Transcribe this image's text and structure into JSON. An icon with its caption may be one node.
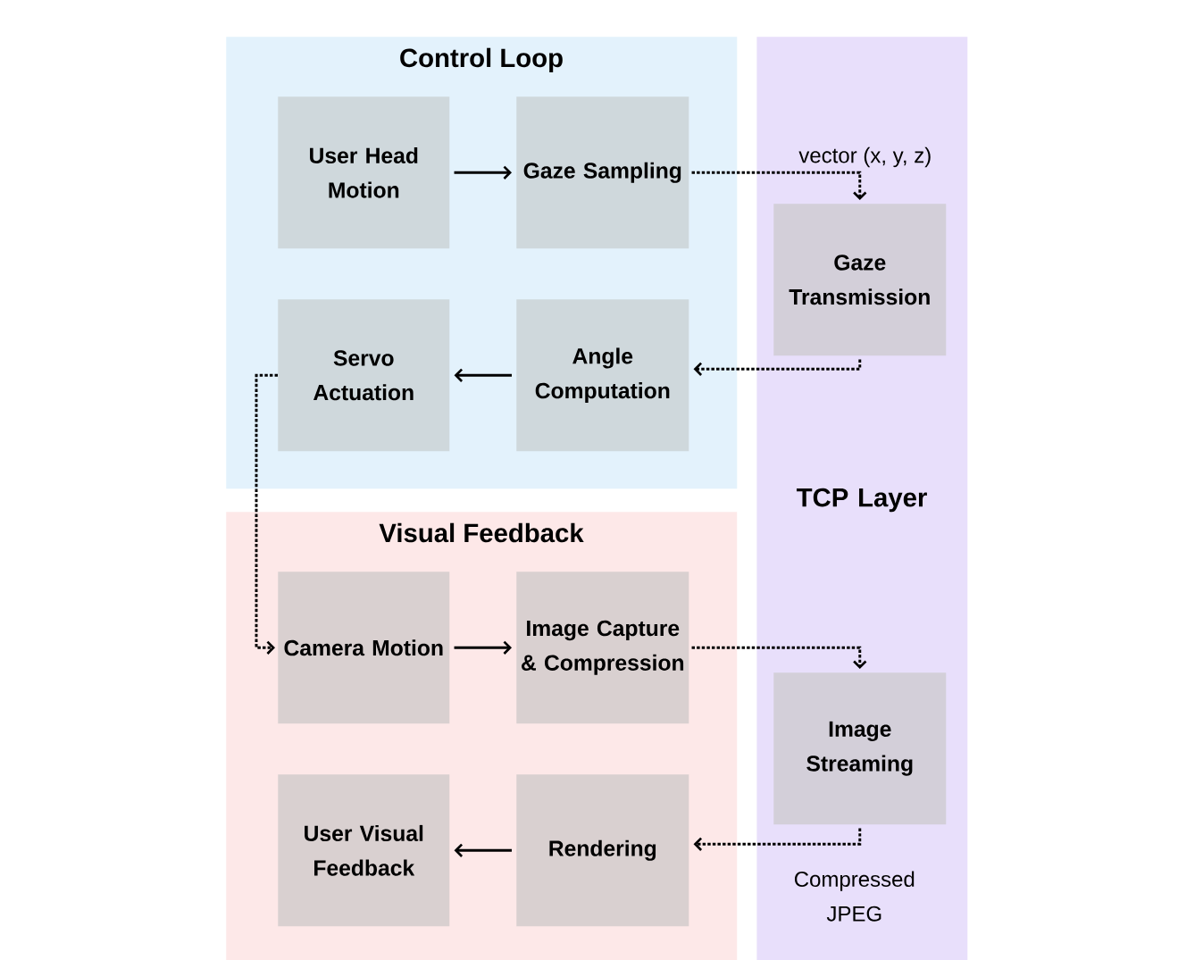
{
  "diagram": {
    "nodes": [
      {
        "text": [
          "Control Loop"
        ]
      },
      {
        "text": [
          "User Head Motion"
        ],
        "in": 0
      },
      {
        "text": [
          "Gaze Sampling"
        ],
        "in": 0
      },
      {
        "text": [
          "Servo Actuation"
        ],
        "in": 0
      },
      {
        "text": [
          "Angle Computation"
        ],
        "in": 0
      },
      {
        "text": [
          "Visual  Feedback"
        ]
      },
      {
        "text": [
          "Camera Motion"
        ],
        "in": 5
      },
      {
        "text": [
          "Image Capture & Compression"
        ],
        "in": 5
      },
      {
        "text": [
          "User Visual Feedback"
        ],
        "in": 5
      },
      {
        "text": [
          "Rendering"
        ],
        "in": 5
      },
      {
        "text": [
          "TCP Layer"
        ]
      },
      {
        "text": [
          "Gaze Transmission"
        ],
        "in": 10
      },
      {
        "text": [
          "Image Streaming"
        ],
        "in": 10
      }
    ],
    "edges": [
      {
        "from": 1,
        "to": 2,
        "arrow": "to"
      },
      {
        "from": 2,
        "to": 11,
        "arrow": "to",
        "style": "dashed",
        "label": "vector (x, y, z)"
      },
      {
        "from": 11,
        "to": 4,
        "arrow": "to",
        "style": "dashed"
      },
      {
        "from": 4,
        "to": 3,
        "arrow": "to"
      },
      {
        "from": 3,
        "to": 6,
        "arrow": "to",
        "style": "dashed"
      },
      {
        "from": 6,
        "to": 7,
        "arrow": "to"
      },
      {
        "from": 7,
        "to": 12,
        "arrow": "to",
        "style": "dashed"
      },
      {
        "from": 12,
        "to": 9,
        "arrow": "to",
        "style": "dashed",
        "label": "Compressed JPEG"
      },
      {
        "from": 9,
        "to": 8,
        "arrow": "to"
      }
    ]
  }
}
